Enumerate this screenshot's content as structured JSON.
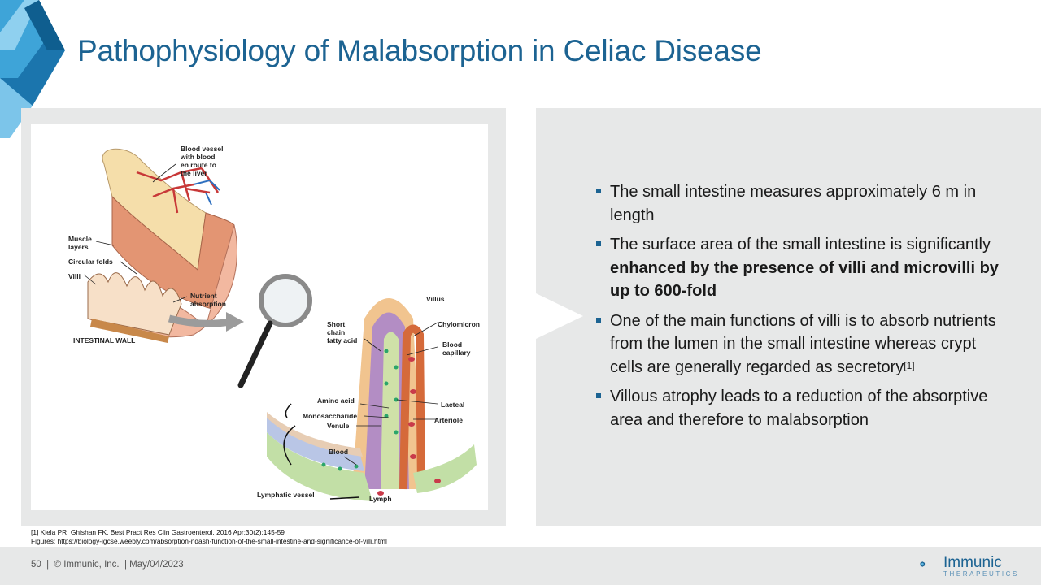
{
  "slide": {
    "title": "Pathophysiology of Malabsorption in Celiac Disease"
  },
  "figure": {
    "labels": {
      "blood_vessel_1": "Blood vessel",
      "blood_vessel_2": "with blood",
      "blood_vessel_3": "en route to",
      "blood_vessel_4": "the liver",
      "muscle_1": "Muscle",
      "muscle_2": "layers",
      "circular_folds": "Circular folds",
      "villi": "Villi",
      "nutrient_1": "Nutrient",
      "nutrient_2": "absorption",
      "intestinal_wall": "INTESTINAL WALL",
      "villus": "Villus",
      "chylomicron": "Chylomicron",
      "short_1": "Short",
      "short_2": "chain",
      "short_3": "fatty acid",
      "blood_cap_1": "Blood",
      "blood_cap_2": "capillary",
      "amino_acid": "Amino acid",
      "lacteal": "Lacteal",
      "monosaccharide": "Monosaccharide",
      "arteriole": "Arteriole",
      "venule": "Venule",
      "blood": "Blood",
      "lymphatic_vessel": "Lymphatic vessel",
      "lymph": "Lymph"
    }
  },
  "bullets": {
    "b1": "The small intestine measures approximately 6 m in length",
    "b2_pre": "The surface area of the small intestine is significantly ",
    "b2_bold": "enhanced by the presence of villi and microvilli by up to 600-fold",
    "b3": "One of the main functions of villi is to absorb nutrients from the lumen in the small intestine whereas crypt cells are generally regarded as secretory",
    "b3_sup": "[1]",
    "b4": "Villous atrophy leads to a reduction of the absorptive area and therefore to malabsorption"
  },
  "references": {
    "ref1": "[1] Kiela PR, Ghishan FK. Best Pract Res Clin Gastroenterol. 2016 Apr;30(2):145-59",
    "figures": "Figures: https://biology-igcse.weebly.com/absorption-ndash-function-of-the-small-intestine-and-significance-of-villi.html"
  },
  "footer": {
    "text": "50  |  © Immunic, Inc.  | May/04/2023",
    "logo_name": "Immunic",
    "logo_sub": "THERAPEUTICS"
  },
  "colors": {
    "title": "#1c6392",
    "panel": "#e7e8e8",
    "bullet": "#1c6392",
    "corner_dark": "#1c6392",
    "corner_light": "#5fb7e2"
  }
}
